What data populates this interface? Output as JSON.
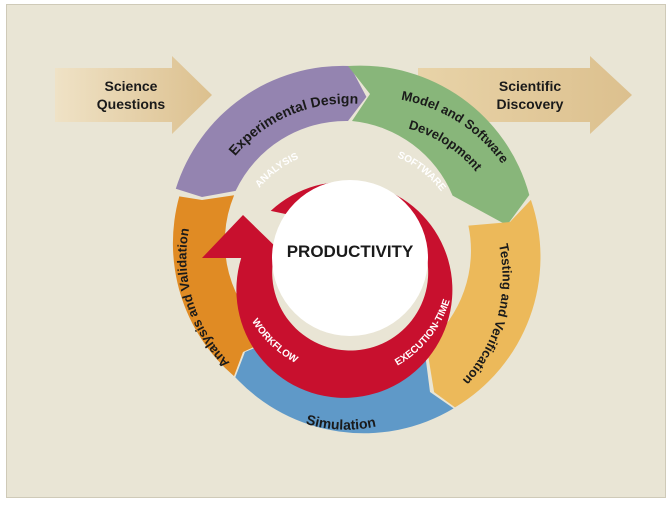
{
  "arrows": {
    "left_line1": "Science",
    "left_line2": "Questions",
    "right_line1": "Scientific",
    "right_line2": "Discovery"
  },
  "center": {
    "label": "PRODUCTIVITY"
  },
  "outer_ring": [
    {
      "label": "Experimental Design",
      "color": "#9484b0"
    },
    {
      "label": "Model and Software",
      "label2": "Development",
      "color": "#88b67a"
    },
    {
      "label": "Testing and Verification",
      "color": "#ecb95a"
    },
    {
      "label": "Simulation",
      "color": "#5f99c8"
    },
    {
      "label": "Analysis and Validation",
      "color": "#e08b24"
    }
  ],
  "inner_ring": {
    "color": "#c8102e",
    "labels": [
      "ANALYSIS",
      "SOFTWARE",
      "EXECUTION-TIME",
      "WORKFLOW"
    ]
  },
  "background": "#e9e5d5",
  "arrow_color": "#e0c999"
}
